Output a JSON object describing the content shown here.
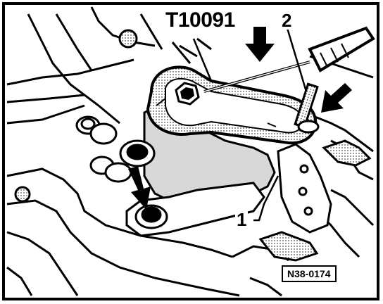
{
  "figure": {
    "tool_label": "T10091",
    "callout_1": "1",
    "callout_2": "2",
    "figure_id": "N38-0174"
  },
  "colors": {
    "ink": "#000000",
    "background": "#ffffff",
    "shade": "#d8d8d8"
  }
}
